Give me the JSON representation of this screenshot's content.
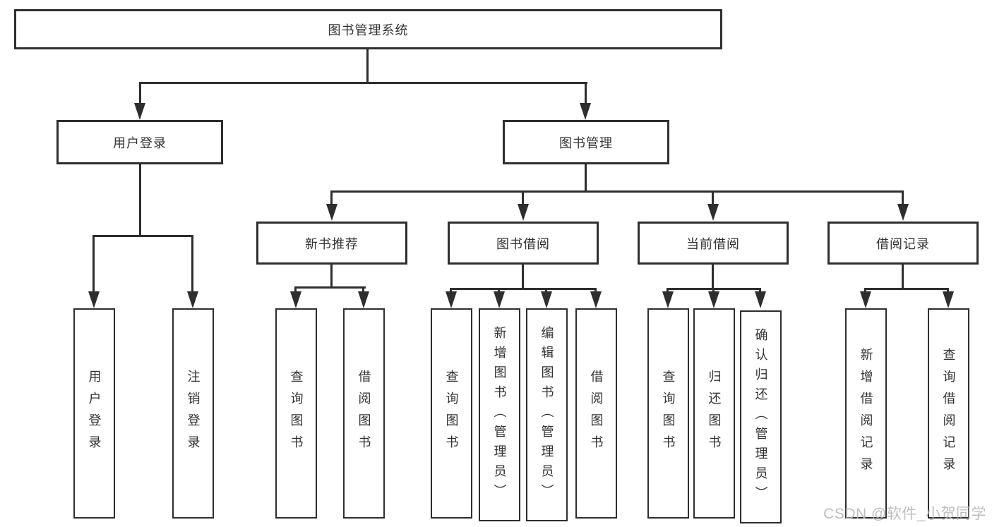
{
  "colors": {
    "line": "#2e2e2e",
    "text": "#333333",
    "box_background": "#ffffff",
    "watermark": "#b3b3b3"
  },
  "watermark": {
    "text": "CSDN @软件_小贺同学"
  },
  "tree": {
    "root": {
      "label": "图书管理系统",
      "children": [
        {
          "label": "用户登录",
          "children": [
            {
              "label": "用户登录"
            },
            {
              "label": "注销登录"
            }
          ]
        },
        {
          "label": "图书管理",
          "children": [
            {
              "label": "新书推荐",
              "children": [
                {
                  "label": "查询图书"
                },
                {
                  "label": "借阅图书"
                }
              ]
            },
            {
              "label": "图书借阅",
              "children": [
                {
                  "label": "查询图书"
                },
                {
                  "label": "新增图书（管理员）"
                },
                {
                  "label": "编辑图书（管理员）"
                },
                {
                  "label": "借阅图书"
                }
              ]
            },
            {
              "label": "当前借阅",
              "children": [
                {
                  "label": "查询图书"
                },
                {
                  "label": "归还图书"
                },
                {
                  "label": "确认归还（管理员）"
                }
              ]
            },
            {
              "label": "借阅记录",
              "children": [
                {
                  "label": "新增借阅记录"
                },
                {
                  "label": "查询借阅记录"
                }
              ]
            }
          ]
        }
      ]
    }
  }
}
